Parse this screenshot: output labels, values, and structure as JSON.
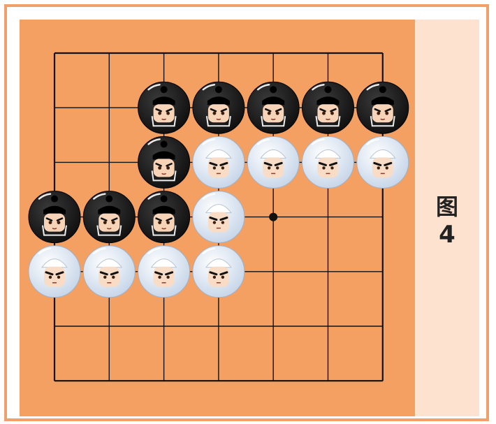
{
  "figure": {
    "label": "图",
    "number": "4"
  },
  "colors": {
    "board": "#f4a062",
    "side_panel": "#fde2cf",
    "frame_border": "#f0a06a",
    "grid_line": "#111111",
    "black_stone": "#1c1c1c",
    "white_stone": "#dfe9f5"
  },
  "board": {
    "columns": 7,
    "rows": 7,
    "marked_point": {
      "col": 5,
      "row": 4
    },
    "stones": [
      {
        "col": 3,
        "row": 2,
        "color": "black"
      },
      {
        "col": 4,
        "row": 2,
        "color": "black"
      },
      {
        "col": 5,
        "row": 2,
        "color": "black"
      },
      {
        "col": 6,
        "row": 2,
        "color": "black"
      },
      {
        "col": 7,
        "row": 2,
        "color": "black"
      },
      {
        "col": 3,
        "row": 3,
        "color": "black"
      },
      {
        "col": 4,
        "row": 3,
        "color": "white"
      },
      {
        "col": 5,
        "row": 3,
        "color": "white"
      },
      {
        "col": 6,
        "row": 3,
        "color": "white"
      },
      {
        "col": 7,
        "row": 3,
        "color": "white"
      },
      {
        "col": 1,
        "row": 4,
        "color": "black"
      },
      {
        "col": 2,
        "row": 4,
        "color": "black"
      },
      {
        "col": 3,
        "row": 4,
        "color": "black"
      },
      {
        "col": 4,
        "row": 4,
        "color": "white"
      },
      {
        "col": 1,
        "row": 5,
        "color": "white"
      },
      {
        "col": 2,
        "row": 5,
        "color": "white"
      },
      {
        "col": 3,
        "row": 5,
        "color": "white"
      },
      {
        "col": 4,
        "row": 5,
        "color": "white"
      }
    ]
  }
}
